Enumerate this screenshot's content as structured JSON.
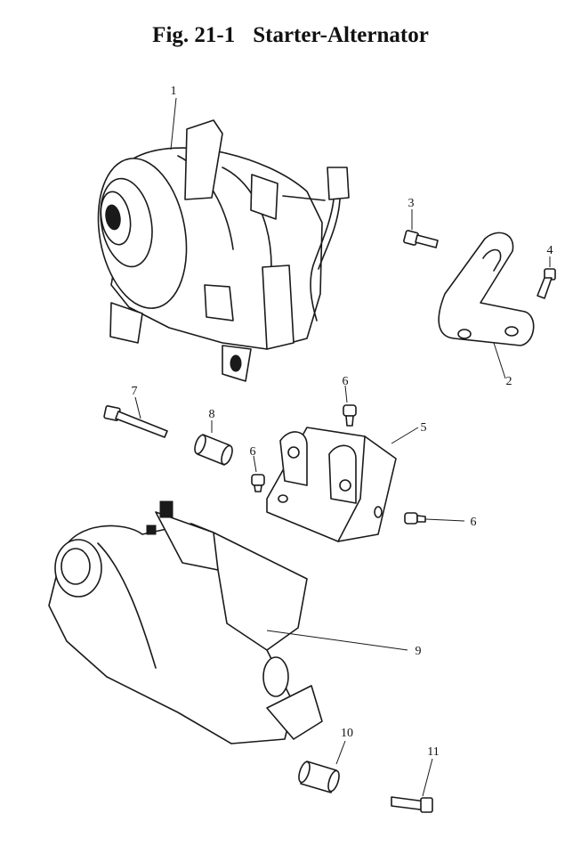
{
  "figure": {
    "number": "Fig. 21-1",
    "title": "Starter-Alternator"
  },
  "callouts": [
    "1",
    "2",
    "3",
    "4",
    "5",
    "6",
    "6",
    "6",
    "7",
    "8",
    "9",
    "10",
    "11"
  ]
}
